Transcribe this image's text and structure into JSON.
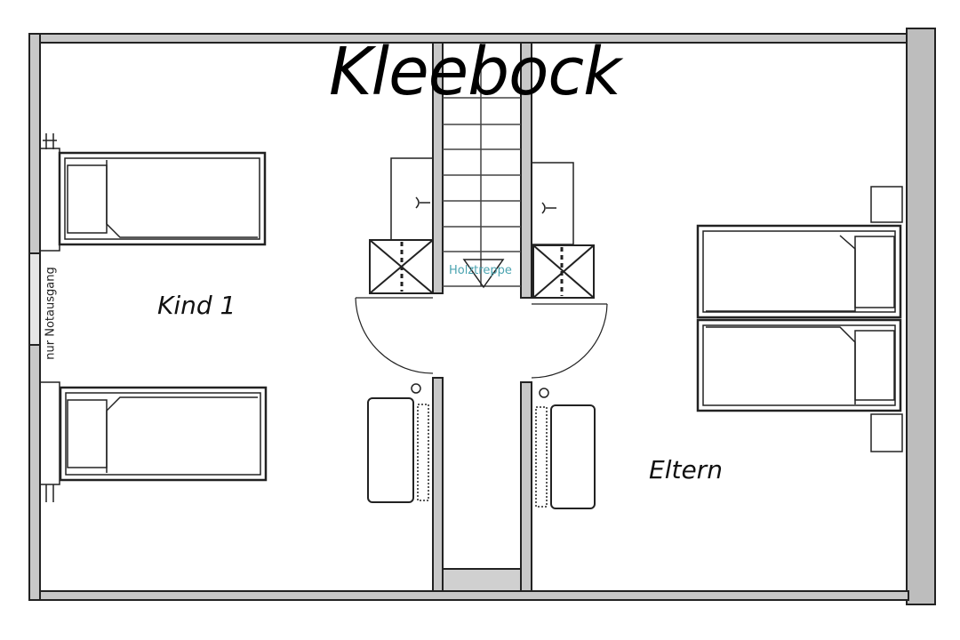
{
  "title": "Kleebock",
  "rooms": {
    "left": "Kind 1",
    "right": "Eltern"
  },
  "labels": {
    "stairs": "Holztreppe",
    "emergency_exit": "nur Notausgang"
  },
  "colors": {
    "wall": "#c8c8c8",
    "line": "#222222",
    "stair_label": "#4aa3b0"
  }
}
